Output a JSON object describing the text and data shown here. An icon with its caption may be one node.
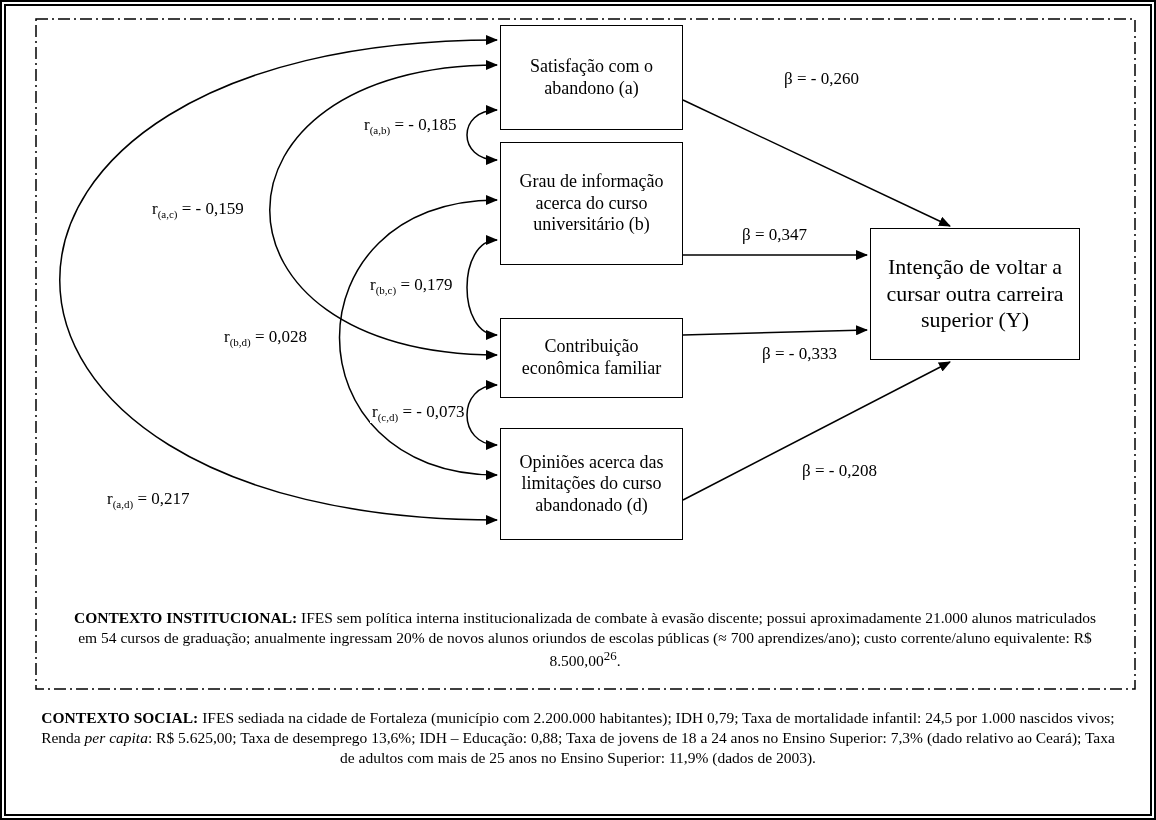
{
  "diagram": {
    "nodes": [
      {
        "text": [
          "**CONTEXTO SOCIAL:** IFES sediada na cidade de Fortaleza (município com 2.200.000 habitantes); IDH 0,79; Taxa de mortalidade infantil: 24,5 por 1.000 nascidos vivos; Renda *per capita*: R$ 5.625,00; Taxa de desemprego 13,6%; IDH – Educação: 0,88; Taxa de jovens de 18 a 24 anos no Ensino Superior: 7,3% (dado relativo ao Ceará); Taxa de adultos com mais de 25 anos no Ensino Superior: 11,9% (dados de 2003)."
        ]
      },
      {
        "text": [
          "**CONTEXTO INSTITUCIONAL:** IFES sem política interna institucionalizada de combate à evasão discente; possui aproximadamente 21.000 alunos matriculados em 54 cursos de graduação; anualmente ingressam 20% de novos alunos oriundos de escolas públicas (≈ 700 aprendizes/ano); custo corrente/aluno equivalente: R$ 8.500,00$^{26}$."
        ],
        "in": 0
      },
      {
        "text": [
          "Satisfação com o abandono (a)"
        ],
        "in": 1
      },
      {
        "text": [
          "Grau de informação acerca do curso universitário (b)"
        ],
        "in": 1
      },
      {
        "text": [
          "Contribuição econômica familiar"
        ],
        "in": 1
      },
      {
        "text": [
          "Opiniões acerca das limitações do curso abandonado (d)"
        ],
        "in": 1
      },
      {
        "text": [
          "Intenção de voltar a cursar outra carreira superior (Y)"
        ],
        "in": 1
      }
    ],
    "edges": [
      {
        "from": 2,
        "to": 3,
        "arrow": "both",
        "label": "r$_{(a,b)}$ = - 0,185"
      },
      {
        "from": 2,
        "to": 4,
        "arrow": "both",
        "label": "r$_{(a,c)}$ = - 0,159"
      },
      {
        "from": 3,
        "to": 4,
        "arrow": "both",
        "label": "r$_{(b,c)}$ = 0,179"
      },
      {
        "from": 3,
        "to": 5,
        "arrow": "both",
        "label": "r$_{(b,d)}$ = 0,028"
      },
      {
        "from": 4,
        "to": 5,
        "arrow": "both",
        "label": "r$_{(c,d)}$ = - 0,073"
      },
      {
        "from": 2,
        "to": 5,
        "arrow": "both",
        "label": "r$_{(a,d)}$ = 0,217"
      },
      {
        "from": 2,
        "to": 6,
        "arrow": "to",
        "label": "β = - 0,260"
      },
      {
        "from": 3,
        "to": 6,
        "arrow": "to",
        "label": "β = 0,347"
      },
      {
        "from": 4,
        "to": 6,
        "arrow": "to",
        "label": "β = - 0,333"
      },
      {
        "from": 5,
        "to": 6,
        "arrow": "to",
        "label": "β = - 0,208"
      }
    ]
  }
}
